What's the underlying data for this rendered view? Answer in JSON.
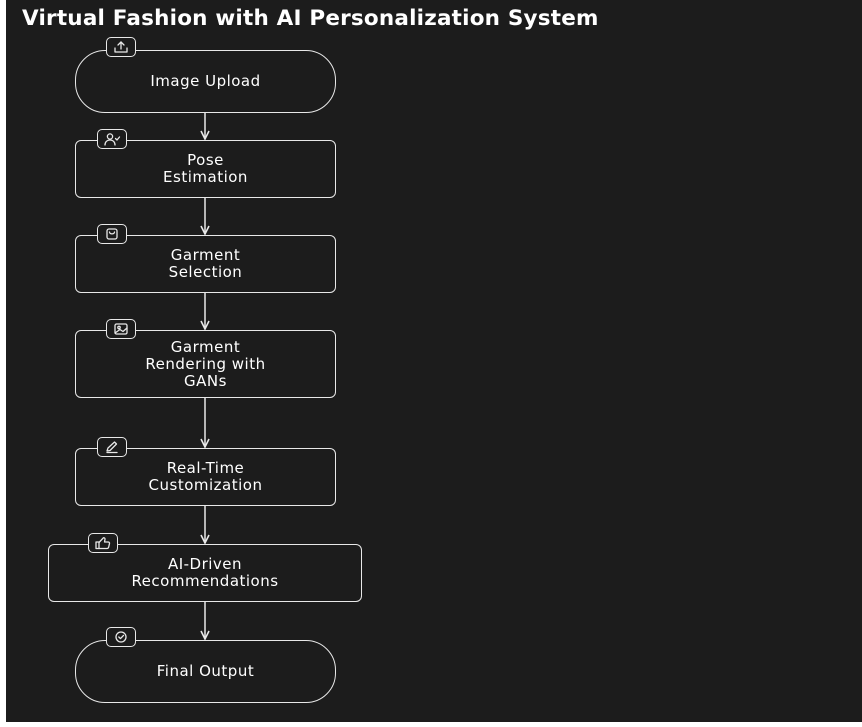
{
  "title": "Virtual Fashion with AI Personalization System",
  "colors": {
    "background": "#1c1c1c",
    "stroke": "#e8e8e8",
    "text": "#ffffff"
  },
  "nodes": [
    {
      "label": "Image Upload",
      "shape": "stadium",
      "icon": "upload-icon"
    },
    {
      "label": "Pose\nEstimation",
      "shape": "rect",
      "icon": "user-check-icon"
    },
    {
      "label": "Garment\nSelection",
      "shape": "rect",
      "icon": "shopping-bag-icon"
    },
    {
      "label": "Garment\nRendering with\nGANs",
      "shape": "rect",
      "icon": "image-icon"
    },
    {
      "label": "Real-Time\nCustomization",
      "shape": "rect",
      "icon": "pencil-icon"
    },
    {
      "label": "AI-Driven\nRecommendations",
      "shape": "rect",
      "icon": "thumbs-up-icon"
    },
    {
      "label": "Final Output",
      "shape": "stadium",
      "icon": "check-circle-icon"
    }
  ]
}
